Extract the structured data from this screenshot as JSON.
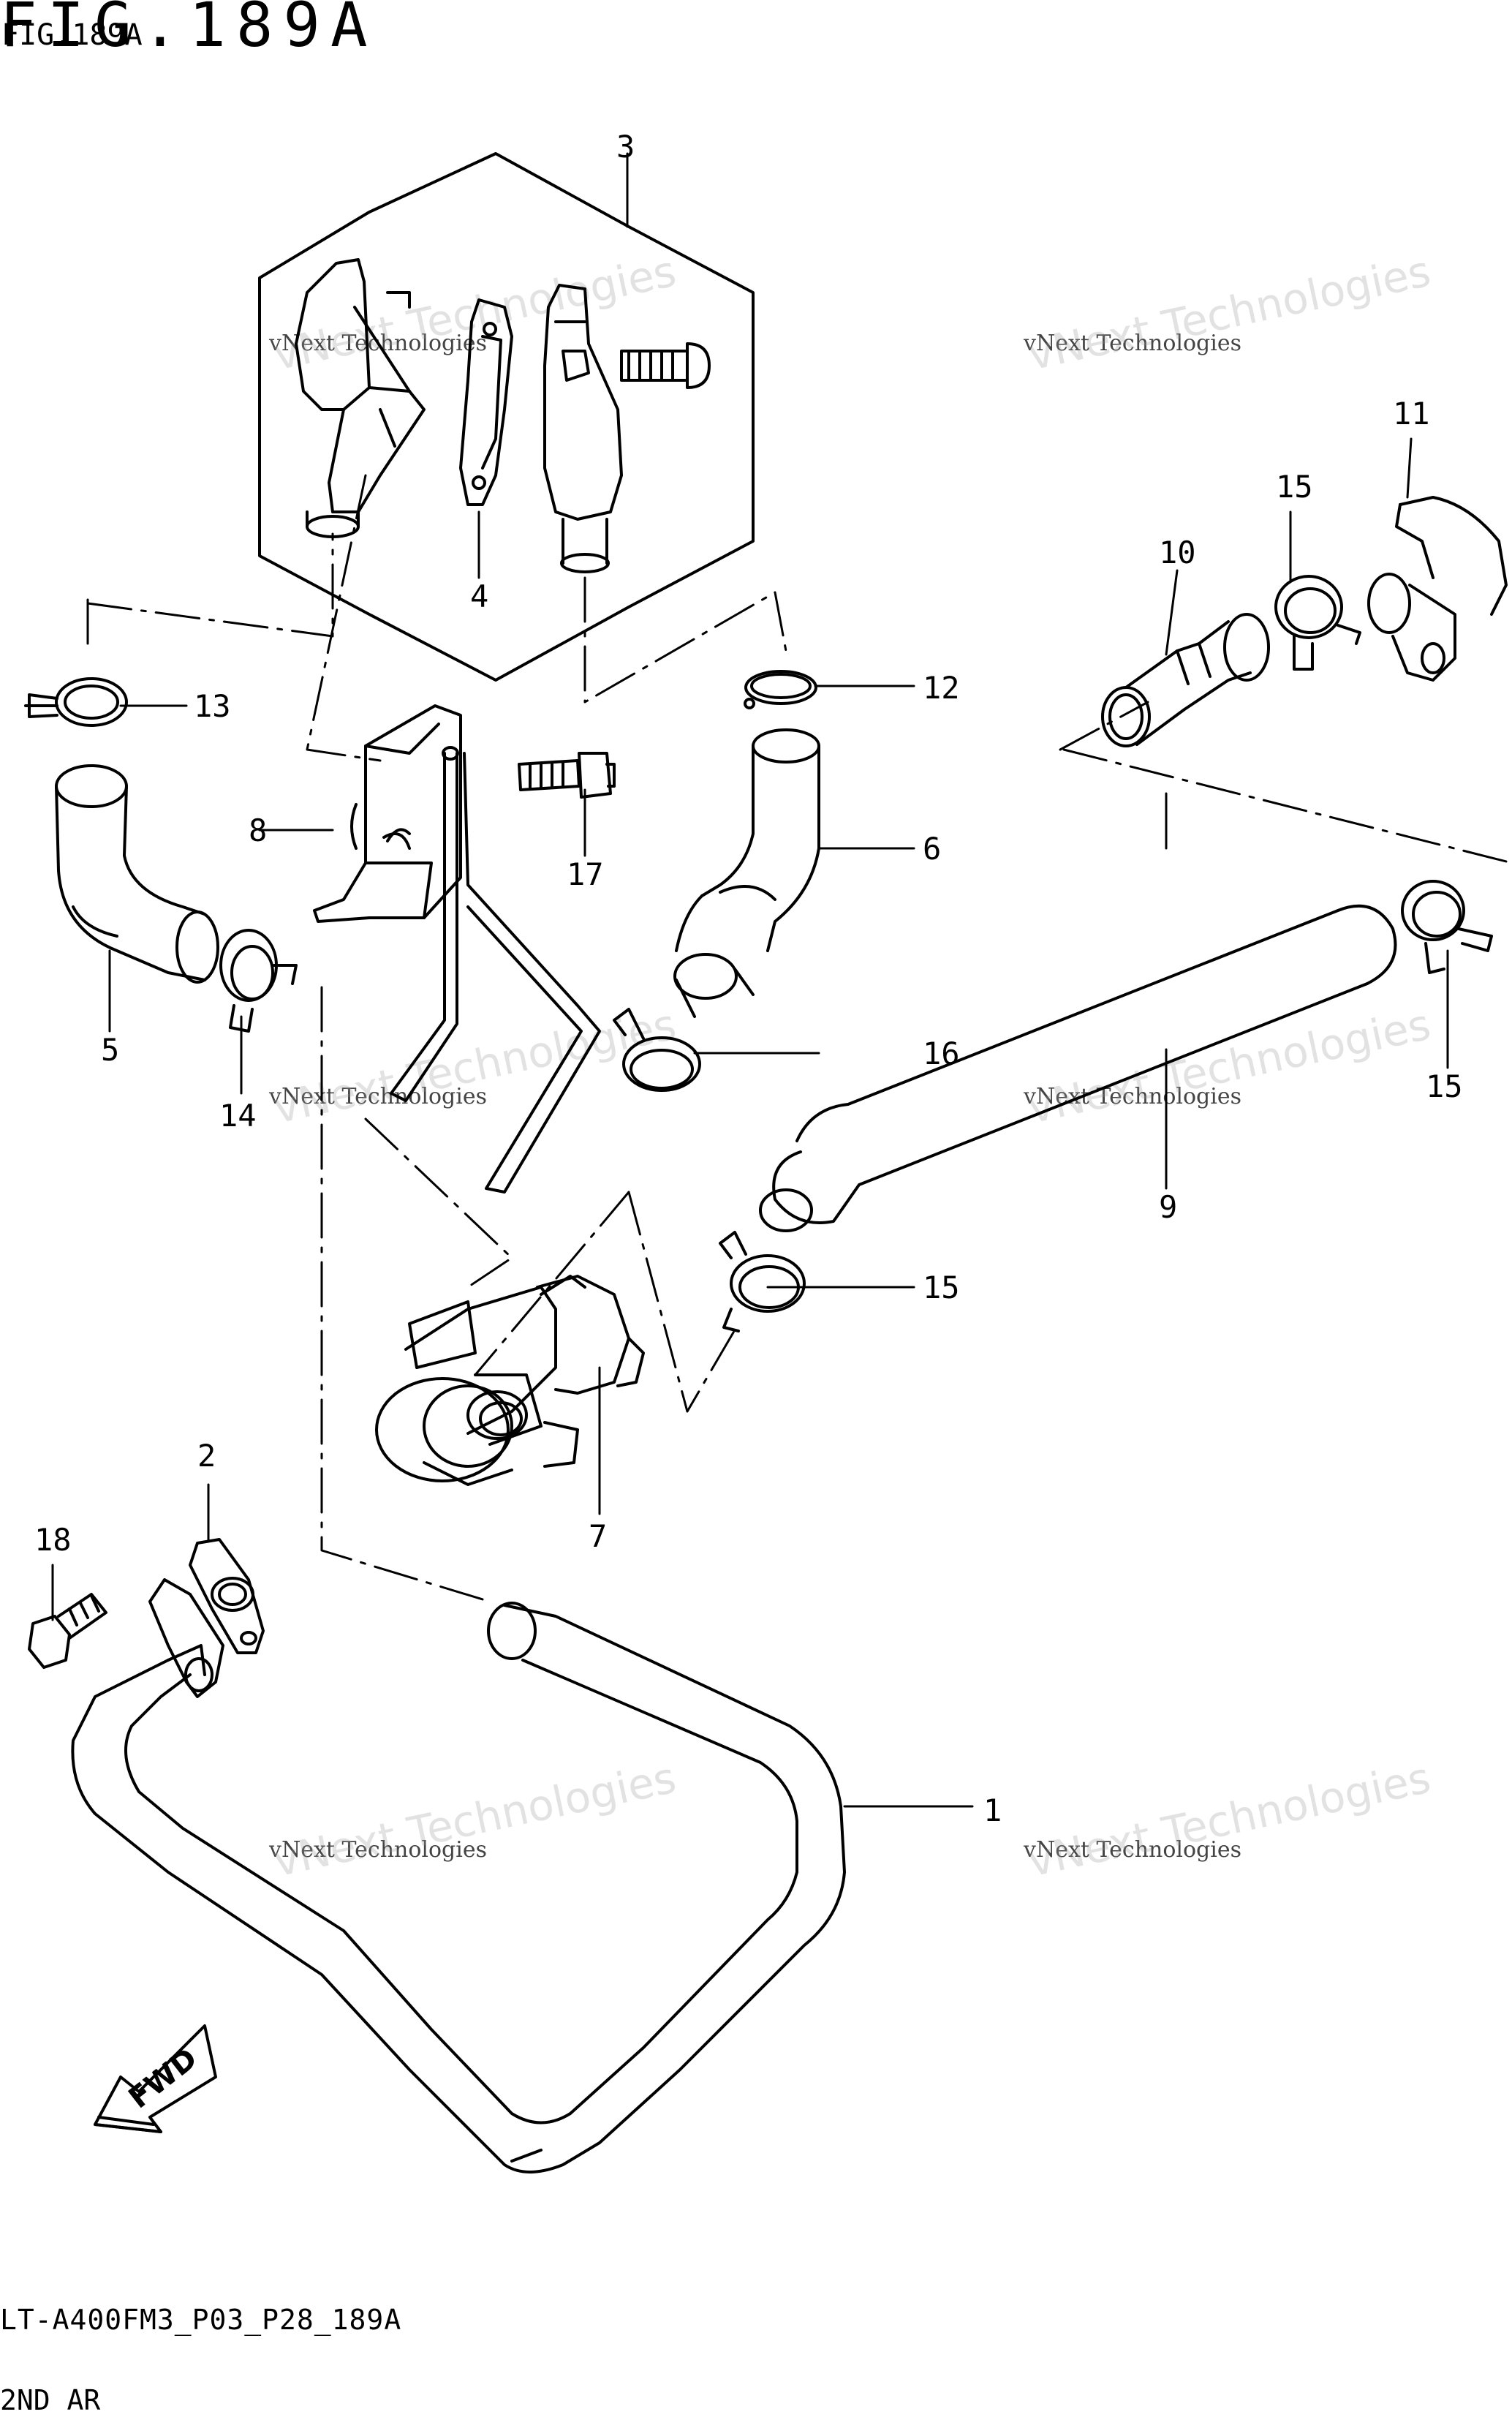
{
  "figure": {
    "title": "FIG.189A",
    "title_small": "FIG.189A",
    "model_code": "LT-A400FM3_P03_P28_189A",
    "subtitle": "2ND AR"
  },
  "watermark": {
    "line1": "vNext Technologies",
    "line2": "vNext Technologies"
  },
  "direction_arrow": {
    "label": "FWD",
    "icon": "fwd-arrow-icon"
  },
  "callouts": [
    "1",
    "2",
    "3",
    "4",
    "5",
    "6",
    "7",
    "8",
    "9",
    "10",
    "11",
    "12",
    "13",
    "14",
    "15",
    "15",
    "15",
    "16",
    "17",
    "18"
  ],
  "colors": {
    "line": "#000000",
    "background": "#ffffff",
    "watermark": "#9a9a9a"
  }
}
